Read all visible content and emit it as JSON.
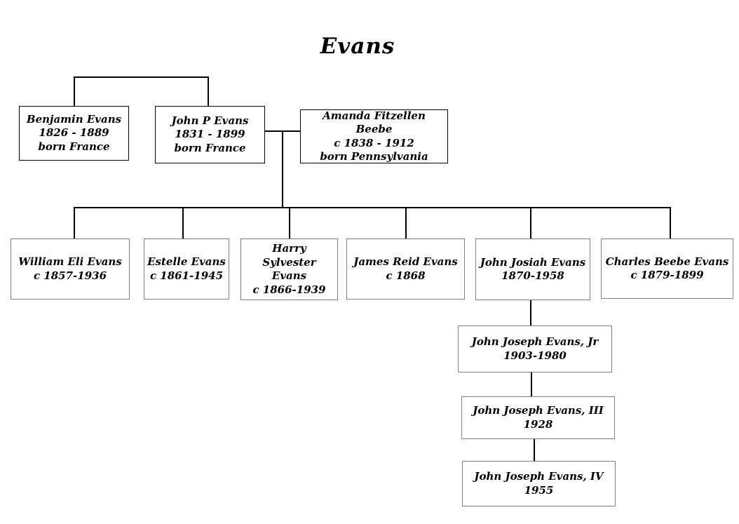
{
  "title": "Evans",
  "people": {
    "benjamin": {
      "name": "Benjamin Evans",
      "dates": "1826 - 1889",
      "born": "born France"
    },
    "john_p": {
      "name": "John P Evans",
      "dates": "1831 - 1899",
      "born": "born France"
    },
    "amanda": {
      "name": "Amanda Fitzellen Beebe",
      "dates": "c 1838 - 1912",
      "born": "born Pennsylvania"
    },
    "william": {
      "name": "William Eli Evans",
      "dates": "c 1857-1936"
    },
    "estelle": {
      "name": "Estelle Evans",
      "dates": "c 1861-1945"
    },
    "harry": {
      "name": "Harry Sylvester Evans",
      "dates": "c 1866-1939"
    },
    "james": {
      "name": "James Reid Evans",
      "dates": "c 1868"
    },
    "john_josiah": {
      "name": "John Josiah Evans",
      "dates": "1870-1958"
    },
    "charles": {
      "name": "Charles Beebe Evans",
      "dates": "c 1879-1899"
    },
    "john_jr": {
      "name": "John Joseph Evans, Jr",
      "dates": "1903-1980"
    },
    "john_iii": {
      "name": "John Joseph Evans, III",
      "dates": "1928"
    },
    "john_iv": {
      "name": "John Joseph Evans, IV",
      "dates": "1955"
    }
  },
  "colors": {
    "background": "#ffffff",
    "text": "#000000",
    "line": "#000000",
    "primary_box_border": "#000000",
    "secondary_box_border": "#7f7f7f"
  }
}
